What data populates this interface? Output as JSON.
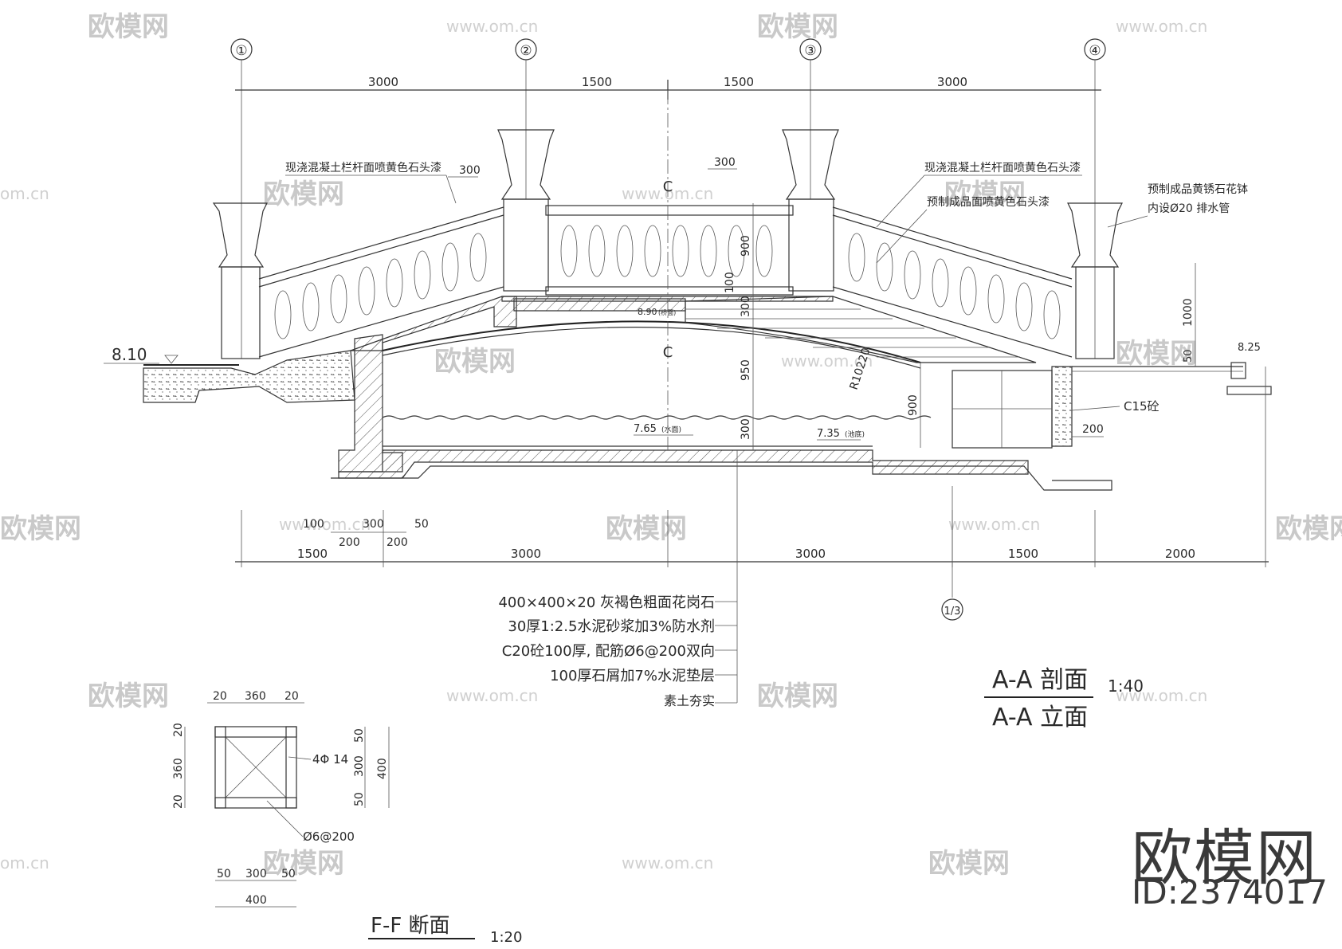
{
  "axes": [
    "①",
    "②",
    "③",
    "④"
  ],
  "top_dims": [
    "3000",
    "1500",
    "1500",
    "3000"
  ],
  "bottom_dims": [
    "1500",
    "3000",
    "3000",
    "1500",
    "2000"
  ],
  "small_dims": {
    "d100": "100",
    "d300a": "300",
    "d50": "50",
    "d200a": "200",
    "d200b": "200",
    "d300_left": "300",
    "d300_mid": "300"
  },
  "vert_dims": {
    "v900": "900",
    "v100": "100",
    "v300a": "300",
    "v950": "950",
    "v300b": "300",
    "v900b": "900",
    "v1000": "1000",
    "v50": "50",
    "v200": "200"
  },
  "elevations": {
    "left": "8.10",
    "right": "8.25",
    "water": "7.65",
    "water_note": "(水面)",
    "bottom": "7.35",
    "bottom_note": "(池底)",
    "deck": "8.90",
    "deck_note": "(桥面)"
  },
  "labels": {
    "railing_left": "现浇混凝土栏杆面喷黄色石头漆",
    "railing_right": "现浇混凝土栏杆面喷黄色石头漆",
    "precast_right": "预制成品面喷黄色石头漆",
    "planter_1": "预制成品黄锈石花钵",
    "planter_2": "内设Ø20 排水管",
    "radius": "R10220",
    "c15": "C15砼",
    "section_c": "C",
    "section_c2": "C",
    "ref_mark": "1/3"
  },
  "layers": [
    "400×400×20 灰褐色粗面花岗石",
    "30厚1:2.5水泥砂浆加3%防水剂",
    "C20砼100厚, 配筋Ø6@200双向",
    "100厚石屑加7%水泥垫层",
    "素土夯实"
  ],
  "title_aa": {
    "line1": "A-A 剖面",
    "line2": "A-A 立面",
    "scale": "1:40"
  },
  "ff": {
    "title": "F-F 断面",
    "scale": "1:20",
    "top_dims": [
      "20",
      "360",
      "20"
    ],
    "left_dims": [
      "20",
      "360",
      "20"
    ],
    "right_dims": [
      "50",
      "300",
      "50"
    ],
    "right_total": "400",
    "bottom_dims": [
      "50",
      "300",
      "50"
    ],
    "bottom_total": "400",
    "rebar": "4Φ 14",
    "stirrup": "Ø6@200"
  },
  "brand": {
    "name": "欧模网",
    "id": "ID:2374017"
  },
  "watermark": {
    "logo": "欧模网",
    "url": "www.om.cn",
    "url_short": "om.cn"
  }
}
